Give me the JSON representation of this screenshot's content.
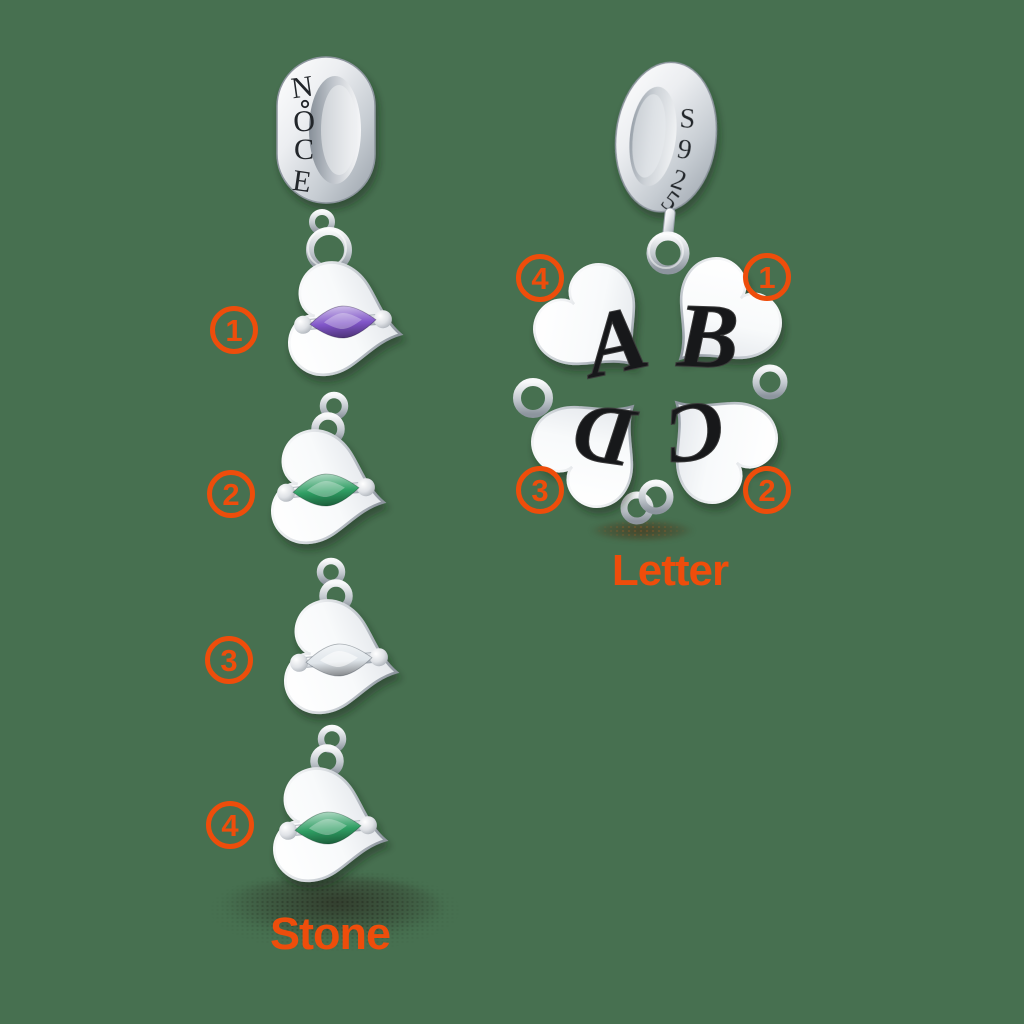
{
  "background_color": "#477050",
  "annotation_color": "#EE4D0B",
  "left_charm": {
    "description": "heart-chain-dangle-charm",
    "label": "Stone",
    "bail_engraving": "NOCE",
    "bail_letters": [
      "N",
      "O",
      "C",
      "E"
    ],
    "hearts": [
      {
        "number": "1",
        "stone": "purple",
        "stone_hex": "#8055C8"
      },
      {
        "number": "2",
        "stone": "green",
        "stone_hex": "#2F9E63"
      },
      {
        "number": "3",
        "stone": "white",
        "stone_hex": "#DFE5EA"
      },
      {
        "number": "4",
        "stone": "green",
        "stone_hex": "#2F9E63"
      }
    ]
  },
  "right_charm": {
    "description": "four-leaf-clover-heart-dangle-charm",
    "label": "Letter",
    "bail_engraving": "S925",
    "bail_letters": [
      "S",
      "9",
      "2",
      "5"
    ],
    "leaves": [
      {
        "number": "4",
        "position": "top-left",
        "letter": "A"
      },
      {
        "number": "1",
        "position": "top-right",
        "letter": "B"
      },
      {
        "number": "3",
        "position": "bottom-left",
        "letter": "D"
      },
      {
        "number": "2",
        "position": "bottom-right",
        "letter": "C"
      }
    ]
  }
}
